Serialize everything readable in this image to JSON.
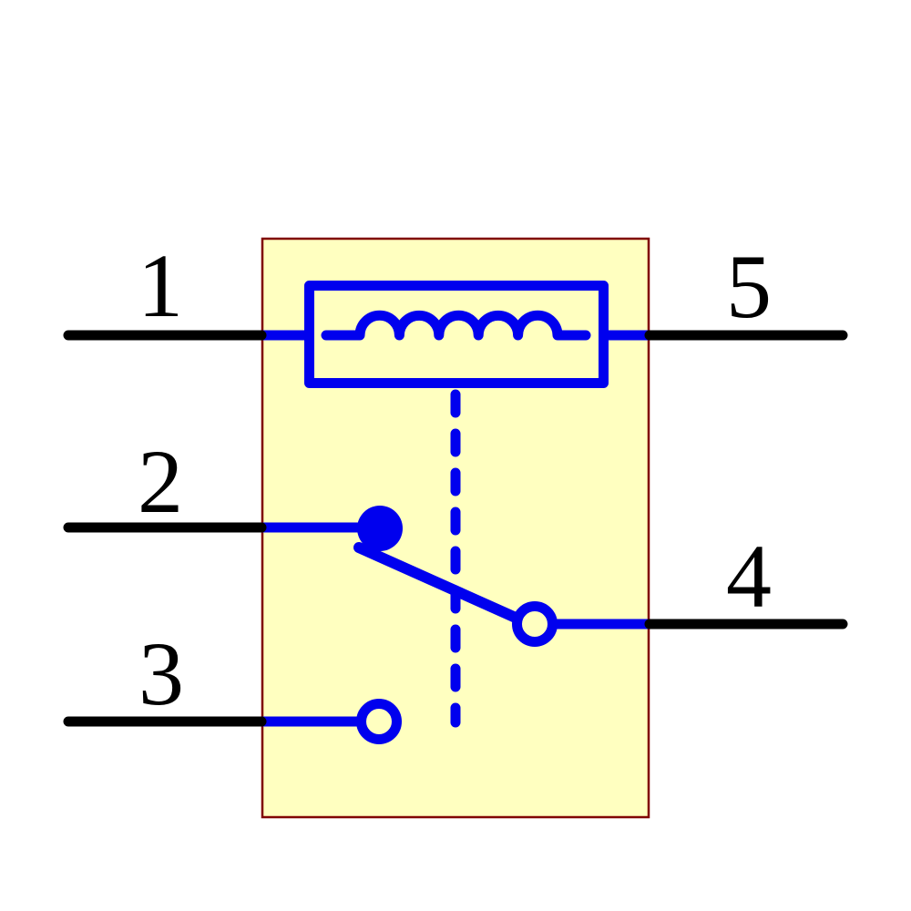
{
  "pins": [
    {
      "number": "1"
    },
    {
      "number": "2"
    },
    {
      "number": "3"
    },
    {
      "number": "4"
    },
    {
      "number": "5"
    }
  ],
  "colors": {
    "body_fill": "#FFFFC0",
    "body_border": "#800000",
    "symbol": "#0000EE",
    "wire": "#000000",
    "background": "#FFFFFF"
  }
}
